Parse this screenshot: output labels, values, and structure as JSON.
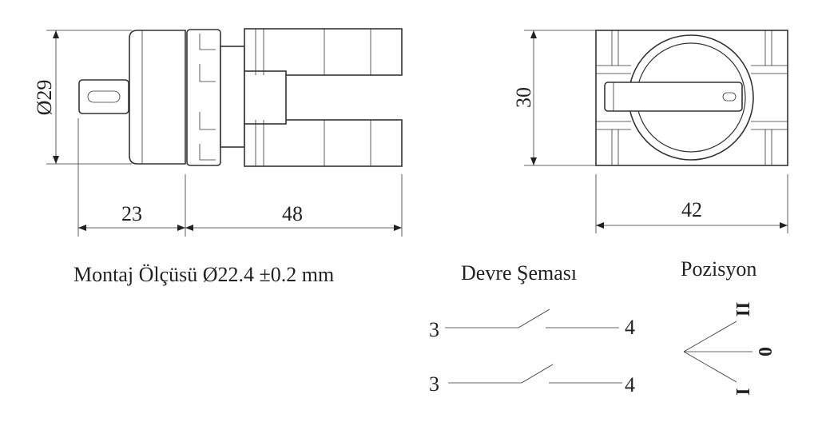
{
  "dimensions": {
    "diameter": "Ø29",
    "front_length": "23",
    "body_length": "48",
    "height": "30",
    "width": "42"
  },
  "labels": {
    "mounting": "Montaj Ölçüsü Ø22.4 ±0.2 mm",
    "circuit": "Devre Şeması",
    "position": "Pozisyon"
  },
  "circuit": {
    "contacts": [
      {
        "left": "3",
        "right": "4"
      },
      {
        "left": "3",
        "right": "4"
      }
    ]
  },
  "positions": [
    "II",
    "0",
    "I"
  ]
}
